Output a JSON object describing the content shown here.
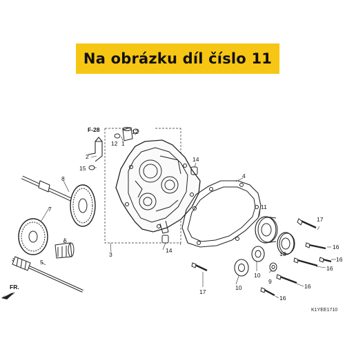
{
  "banner": {
    "text": "Na obrázku díl číslo 11"
  },
  "diagram": {
    "ref_label": "F-28",
    "front_label": "FR.",
    "code": "K1YEE1710",
    "callouts": [
      "1",
      "2",
      "3",
      "4",
      "5",
      "6",
      "7",
      "8",
      "9",
      "10",
      "10",
      "11",
      "12",
      "12",
      "13",
      "14",
      "14",
      "15",
      "16",
      "16",
      "16",
      "16",
      "17",
      "17"
    ],
    "highlighted_part": "11"
  }
}
